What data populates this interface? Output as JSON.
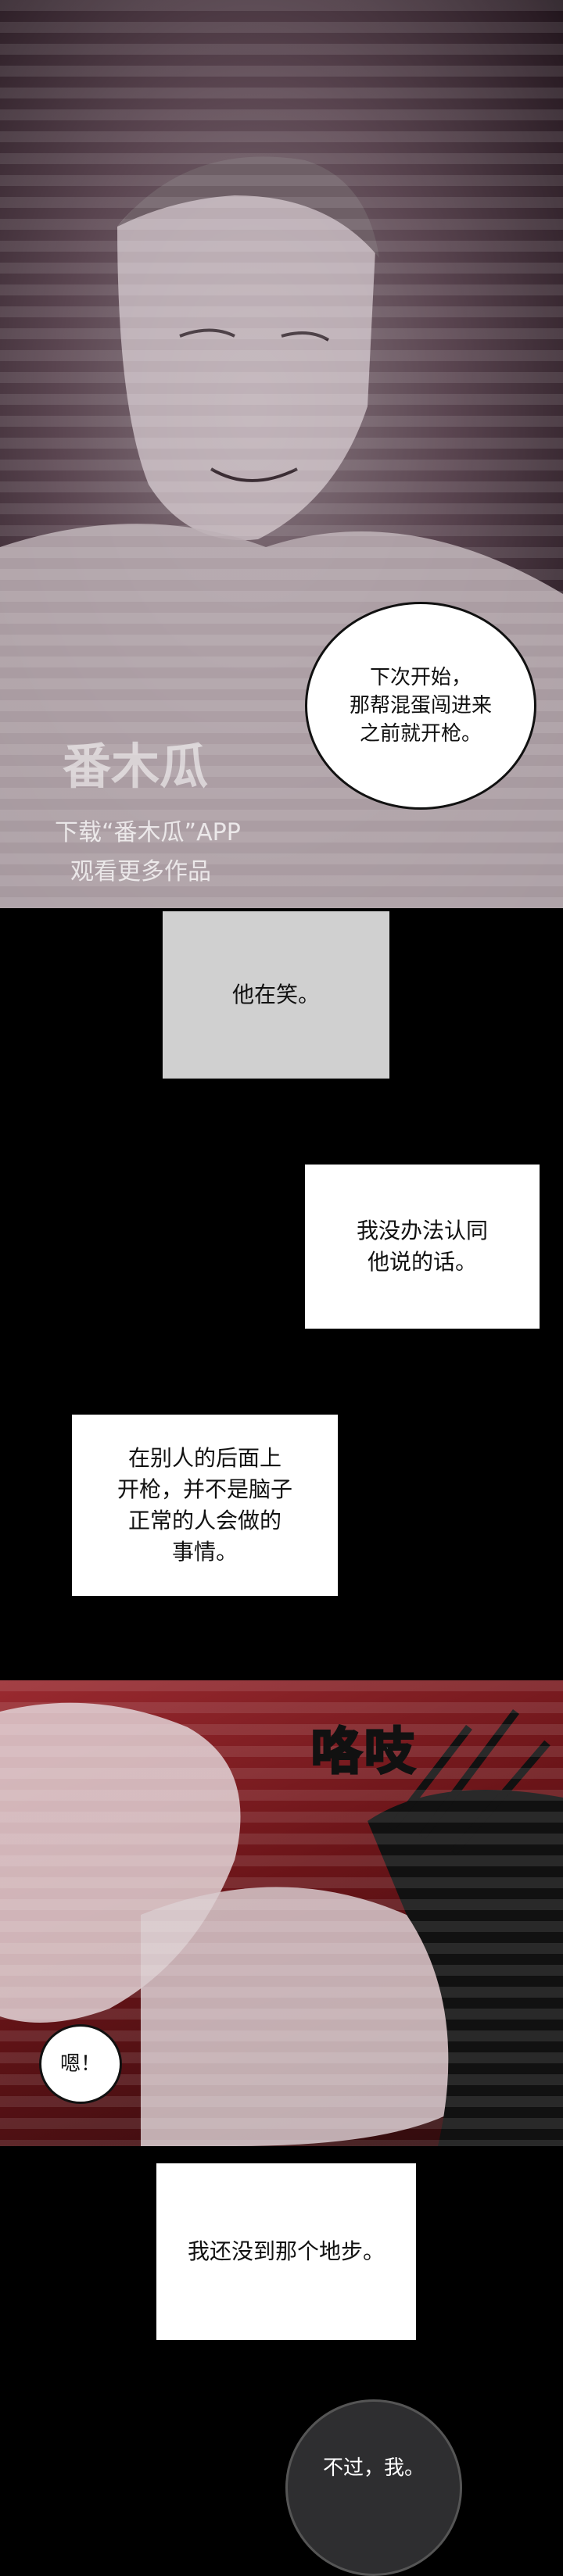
{
  "panel1": {
    "bubble_text": "下次开始，\n那帮混蛋闯进来\n之前就开枪。",
    "watermark_logo": "番木瓜",
    "watermark_line1": "下载“番木瓜”APP",
    "watermark_line2": "观看更多作品"
  },
  "captions": {
    "c1": "他在笑。",
    "c2": "我没办法认同\n他说的话。",
    "c3": "在别人的后面上\n开枪，并不是脑子\n正常的人会做的\n事情。",
    "c4": "我还没到那个地步。"
  },
  "panel2": {
    "sfx": "咯吱",
    "bubble_text": "嗯！"
  },
  "panel3": {
    "bubble_text": "不过，我。"
  },
  "colors": {
    "panel1_bg": "#4a3a44",
    "panel2_bg": "#7a1d22",
    "caption_gray": "#d0d0d0",
    "caption_white": "#ffffff"
  }
}
